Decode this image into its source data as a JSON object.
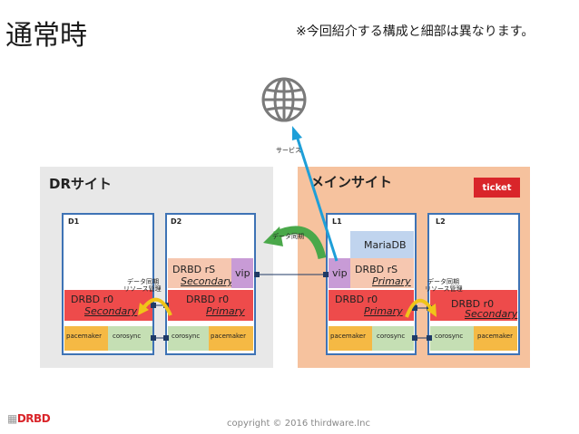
{
  "title": "通常時",
  "note": "※今回紹介する構成と細部は異なります。",
  "service_label": "サービス",
  "sync_label_center": "データ同期",
  "sync_label_left": [
    "データ同期",
    "リソース管理"
  ],
  "sync_label_right": [
    "データ同期",
    "リソース管理"
  ],
  "dr_site": {
    "label": "DRサイト",
    "d1": {
      "label": "D1",
      "drbd_r0": {
        "name": "DRBD r0",
        "role": "Secondary"
      },
      "pacemaker": "pacemaker",
      "corosync": "corosync"
    },
    "d2": {
      "label": "D2",
      "drbd_rs": {
        "name": "DRBD rS",
        "role": "Secondary"
      },
      "vip": "vip",
      "drbd_r0": {
        "name": "DRBD r0",
        "role": "Primary"
      },
      "corosync": "corosync",
      "pacemaker": "pacemaker"
    }
  },
  "main_site": {
    "label": "メインサイト",
    "ticket": "ticket",
    "l1": {
      "label": "L1",
      "mariadb": "MariaDB",
      "vip": "vip",
      "drbd_rs": {
        "name": "DRBD rS",
        "role": "Primary"
      },
      "drbd_r0": {
        "name": "DRBD r0",
        "role": "Primary"
      },
      "pacemaker": "pacemaker",
      "corosync": "corosync"
    },
    "l2": {
      "label": "L2",
      "drbd_r0": {
        "name": "DRBD r0",
        "role": "Secondary"
      },
      "corosync": "corosync",
      "pacemaker": "pacemaker"
    }
  },
  "copyright": "copyright © 2016 thirdware.Inc",
  "logo": "DRBD",
  "colors": {
    "node_border": "#3e73b5",
    "drbd_r0": "#ee4b4b",
    "pacemaker": "#f5b944",
    "corosync": "#c5dfb4",
    "vip": "#c89bd6",
    "mariadb": "#c0d4ee",
    "ticket": "#d9252a",
    "sync_arrow": "#4aa84a",
    "service_arrow": "#1e9fd8"
  }
}
